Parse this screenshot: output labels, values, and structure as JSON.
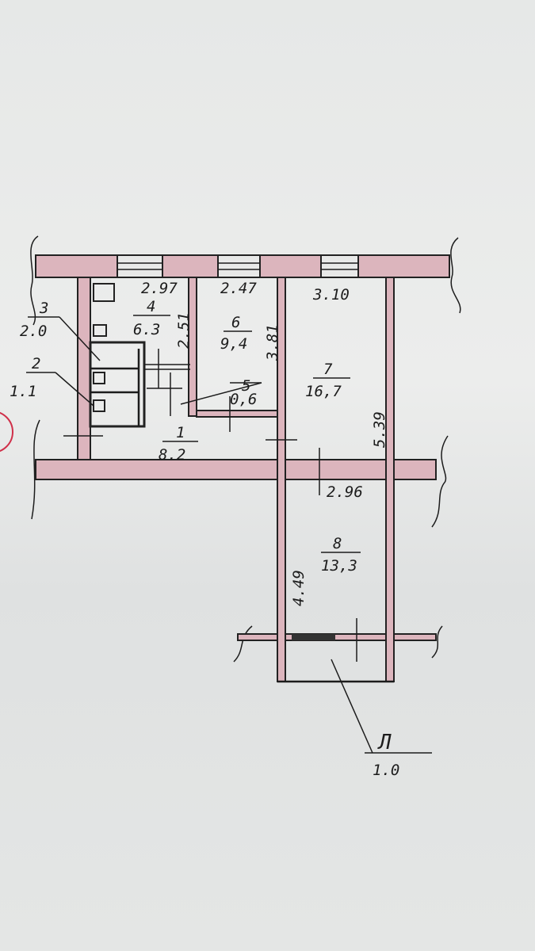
{
  "plan": {
    "rooms": [
      {
        "number": "1",
        "area": "8.2"
      },
      {
        "number": "2",
        "area": "1.1"
      },
      {
        "number": "3",
        "area": "2.0"
      },
      {
        "number": "4",
        "area": "6.3"
      },
      {
        "number": "5",
        "area": "0,6"
      },
      {
        "number": "6",
        "area": "9,4"
      },
      {
        "number": "7",
        "area": "16,7"
      },
      {
        "number": "8",
        "area": "13,3"
      }
    ],
    "dimensions": {
      "kitchen_width": "2.97",
      "kitchen_depth": "2.51",
      "room6_width": "2.47",
      "room6_depth": "3.81",
      "room7_width": "3.10",
      "room7_depth": "5.39",
      "room8_width": "2.96",
      "room8_depth": "4.49"
    },
    "balcony": {
      "symbol": "Л",
      "area": "1.0"
    }
  },
  "colors": {
    "wall": "#dcb5bd",
    "ink": "#1c1c1c",
    "stamp": "#d0304a"
  }
}
